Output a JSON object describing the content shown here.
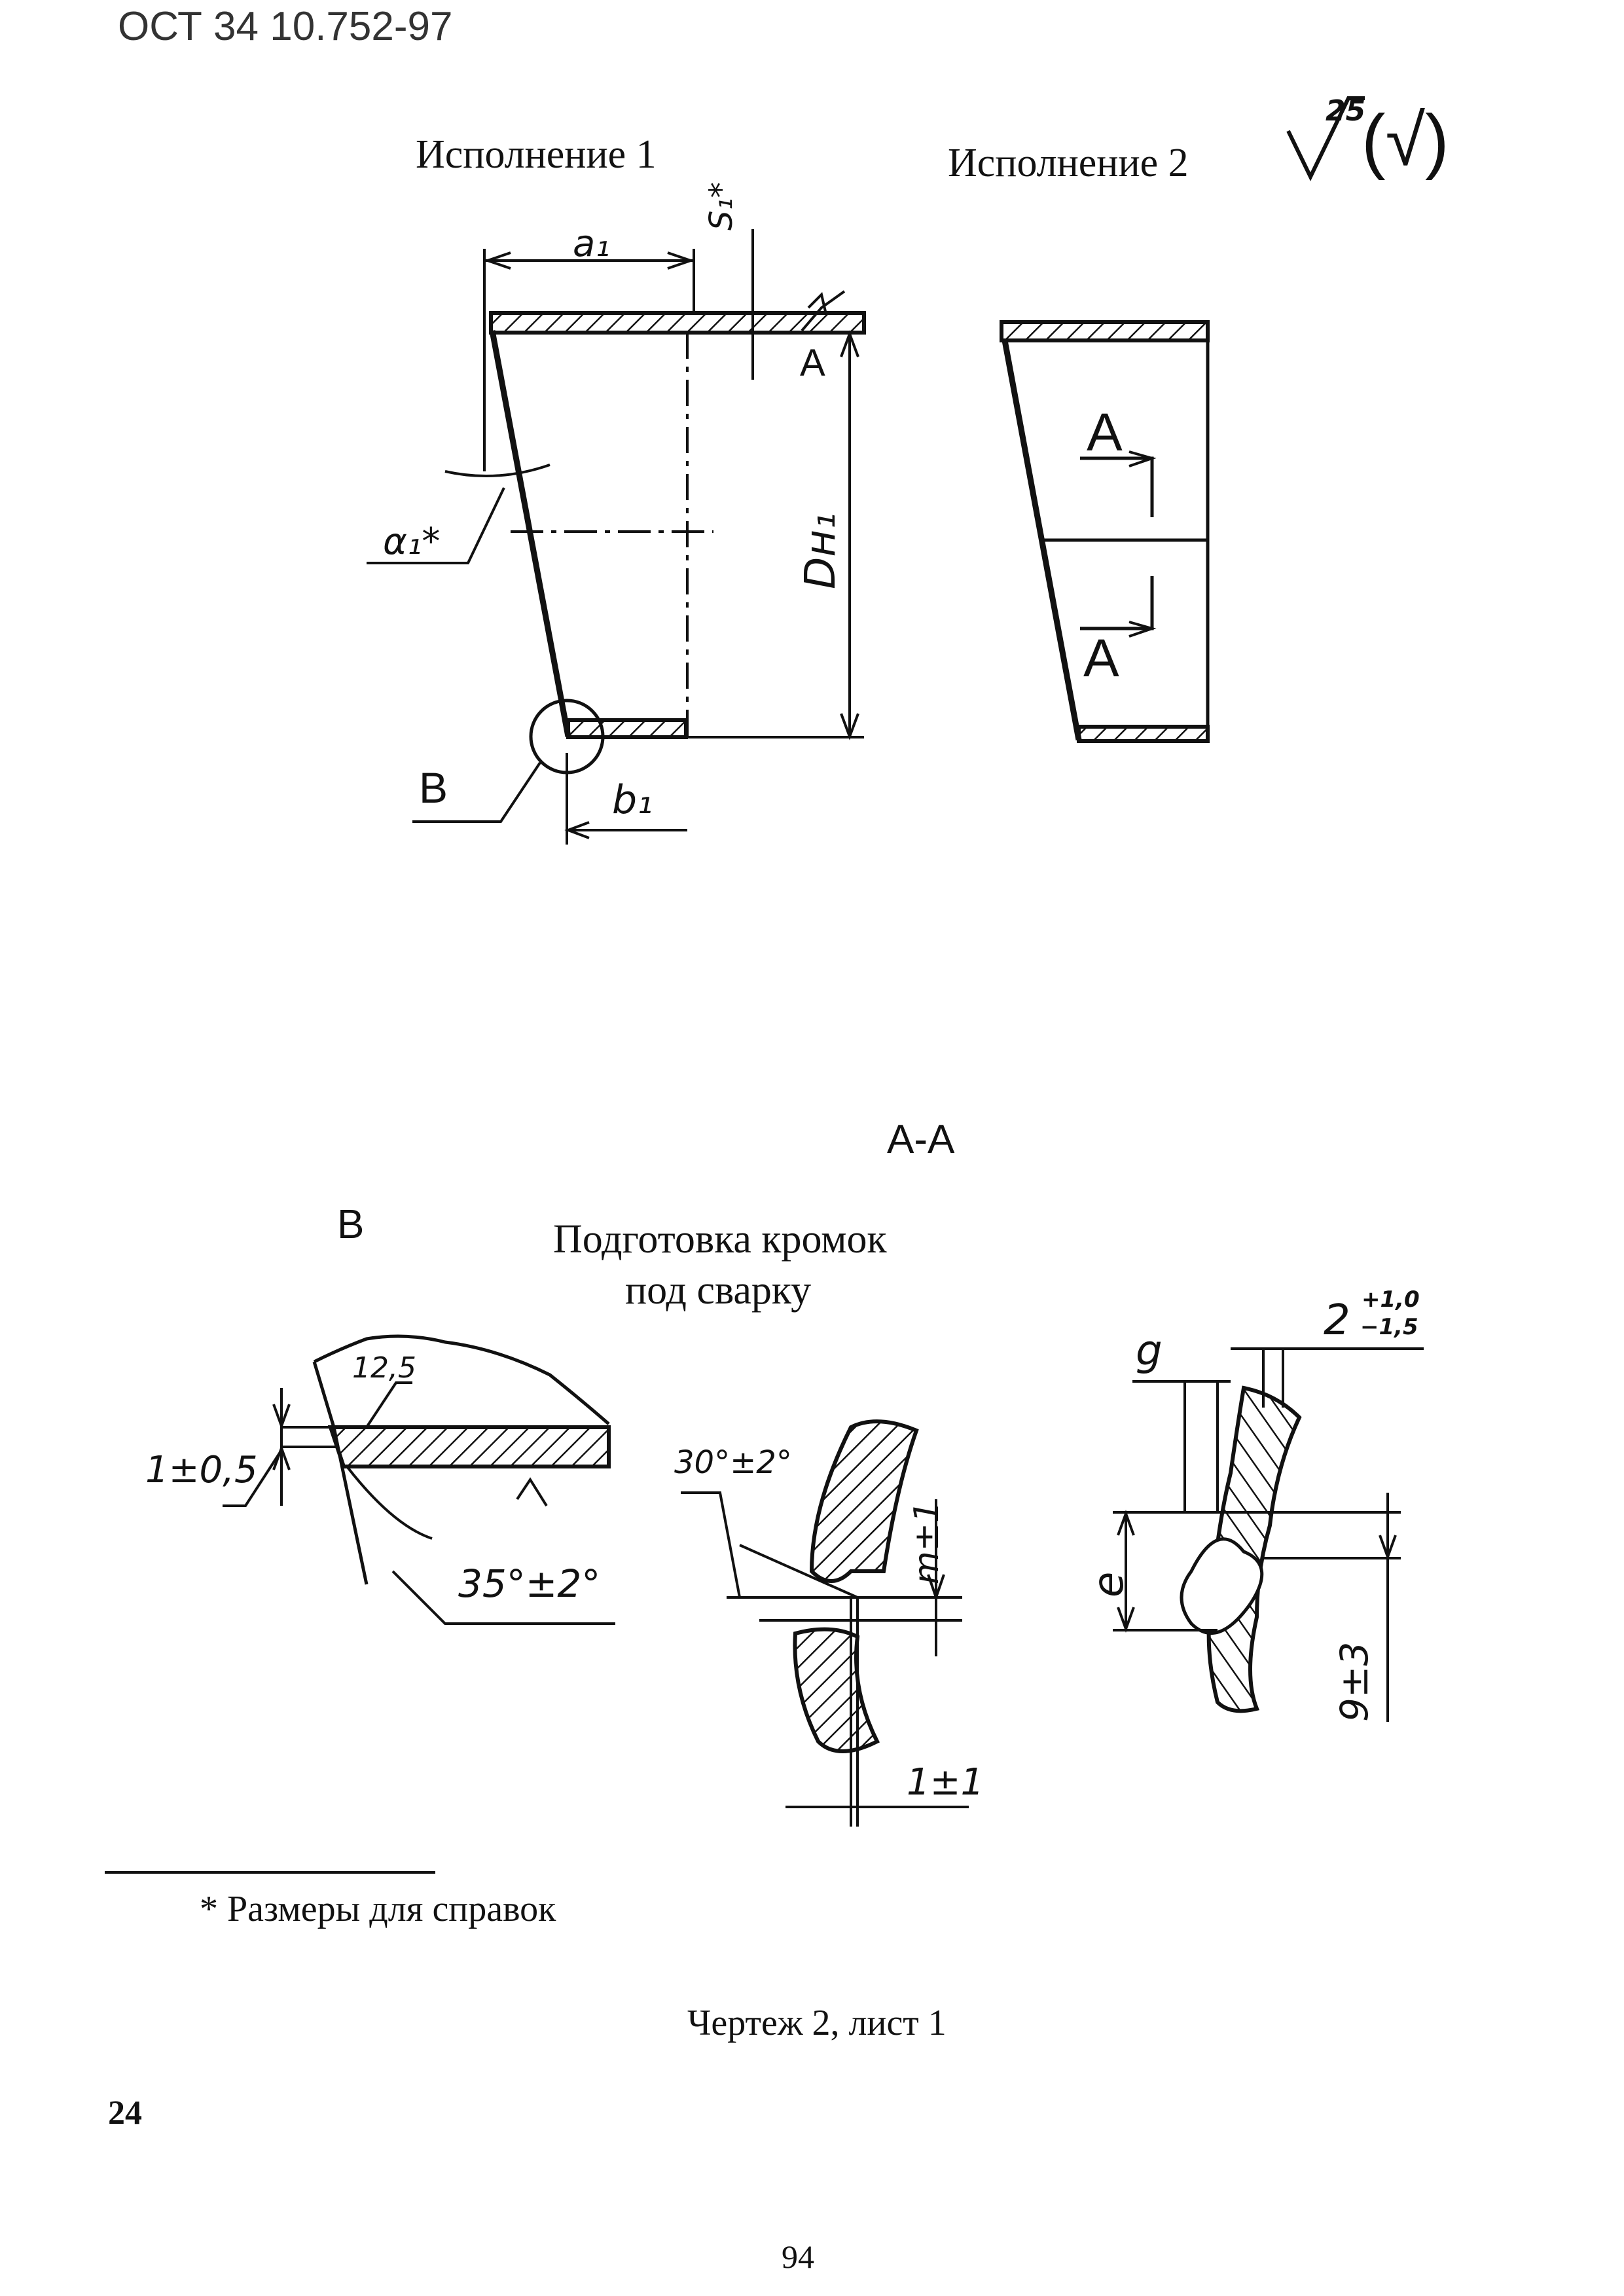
{
  "header": {
    "doc_code": "ОСТ 34 10.752-97"
  },
  "variants": {
    "v1": "Исполнение 1",
    "v2": "Исполнение 2"
  },
  "roughness": {
    "value": "25",
    "paren": "(√)"
  },
  "dims": {
    "a1": "a₁",
    "s1": "S₁*",
    "alpha1": "α₁*",
    "dn1": "Dн₁",
    "b1": "b₁",
    "B": "B",
    "A": "A"
  },
  "section": {
    "aa_title": "А-А",
    "b_title": "В",
    "edge_prep_line1": "Подготовка кромок",
    "edge_prep_line2": "под сварку",
    "r_12_5": "12,5",
    "gap_1_05": "1±0,5",
    "angle_35": "35°±2°",
    "angle_30": "30°±2°",
    "dim_m1": "m±1",
    "dim_1_1": "1±1",
    "dim_g": "g",
    "dim_2": "2",
    "dim_2_tol_up": "+1,0",
    "dim_2_tol_dn": "−1,5",
    "dim_e": "e",
    "dim_9_3": "9±3"
  },
  "footnote": "* Размеры для справок",
  "caption": "Чертеж 2, лист 1",
  "page_left_number": "24",
  "page_number": "94"
}
